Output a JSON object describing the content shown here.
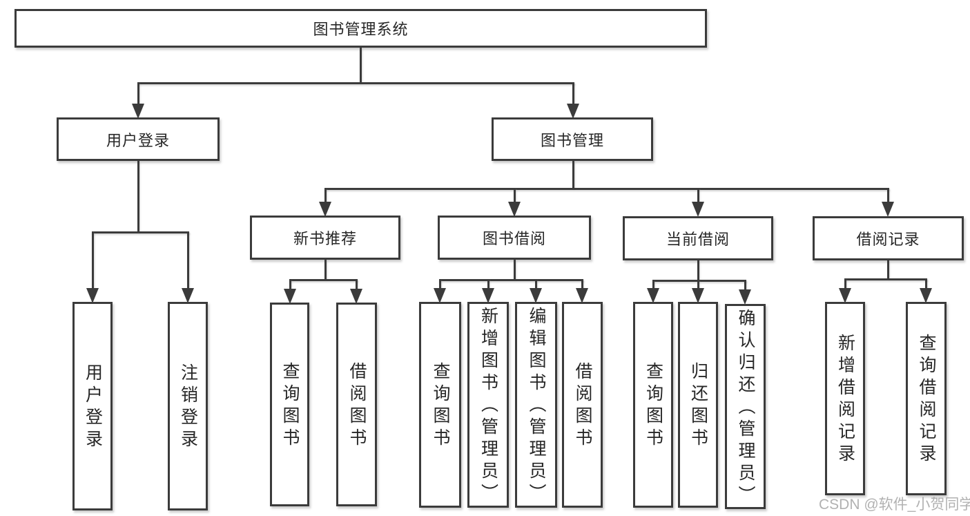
{
  "diagram_type": "hierarchy-tree",
  "tree": {
    "root": {
      "label": "图书管理系统",
      "children": [
        {
          "label": "用户登录",
          "children": [
            {
              "label": "用户登录"
            },
            {
              "label": "注销登录"
            }
          ]
        },
        {
          "label": "图书管理",
          "children": [
            {
              "label": "新书推荐",
              "children": [
                {
                  "label": "查询图书"
                },
                {
                  "label": "借阅图书"
                }
              ]
            },
            {
              "label": "图书借阅",
              "children": [
                {
                  "label": "查询图书"
                },
                {
                  "label": "新增图书（管理员）"
                },
                {
                  "label": "编辑图书（管理员）"
                },
                {
                  "label": "借阅图书"
                }
              ]
            },
            {
              "label": "当前借阅",
              "children": [
                {
                  "label": "查询图书"
                },
                {
                  "label": "归还图书"
                },
                {
                  "label": "确认归还（管理员）"
                }
              ]
            },
            {
              "label": "借阅记录",
              "children": [
                {
                  "label": "新增借阅记录"
                },
                {
                  "label": "查询借阅记录"
                }
              ]
            }
          ]
        }
      ]
    }
  },
  "watermark": {
    "text": "CSDN @软件_小贺同学"
  },
  "colors": {
    "line": "#3b3b3b",
    "box_border": "#3b3b3b",
    "box_fill": "#ffffff",
    "text": "#262626",
    "watermark": "#9e9e9e"
  }
}
